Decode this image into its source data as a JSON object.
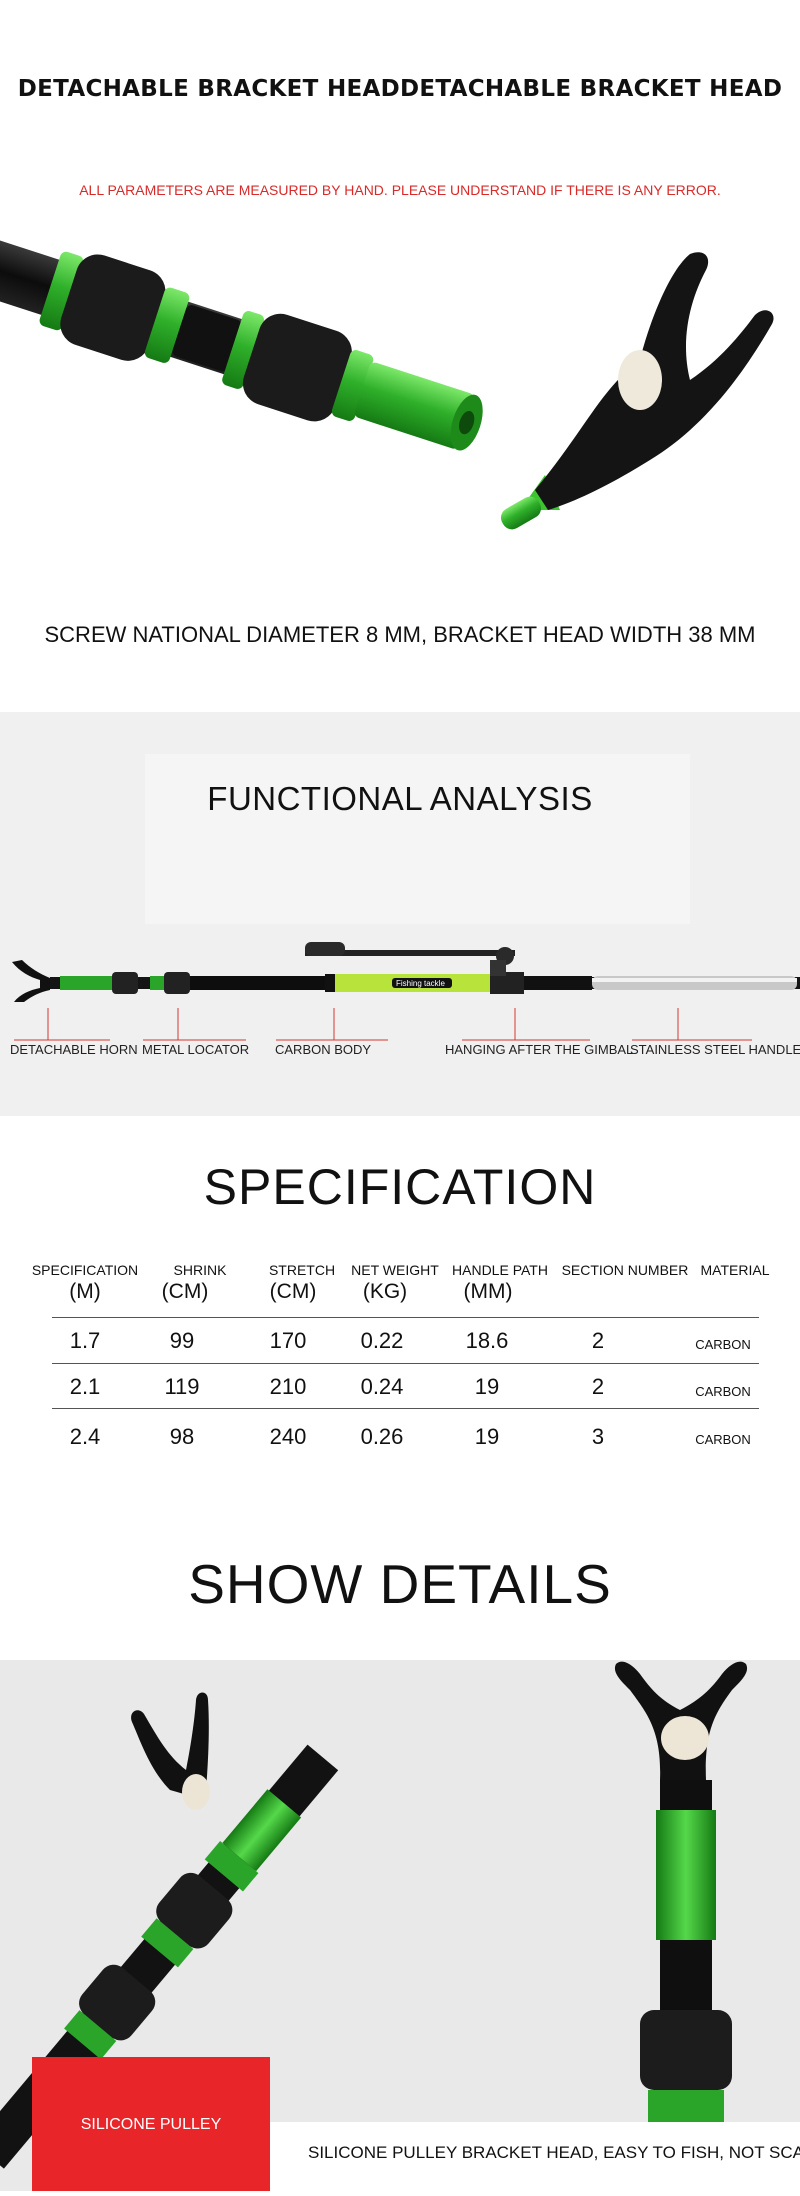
{
  "section1": {
    "title": "DETACHABLE BRACKET HEADDETACHABLE BRACKET HEAD",
    "note": "ALL PARAMETERS ARE MEASURED BY HAND. PLEASE UNDERSTAND IF THERE IS ANY ERROR.",
    "caption": "SCREW NATIONAL DIAMETER 8 MM, BRACKET HEAD WIDTH 38 MM"
  },
  "section2": {
    "title": "FUNCTIONAL ANALYSIS",
    "rod_sticker": "Fishing tackle",
    "labels": [
      "DETACHABLE HORN",
      "METAL LOCATOR",
      "CARBON BODY",
      "HANGING AFTER THE GIMBAL",
      "STAINLESS STEEL HANDLE"
    ]
  },
  "section3": {
    "title": "SPECIFICATION",
    "headers": [
      {
        "name": "SPECIFICATION",
        "unit": "(M)"
      },
      {
        "name": "SHRINK",
        "unit": "(CM)"
      },
      {
        "name": "STRETCH",
        "unit": "(CM)"
      },
      {
        "name": "NET WEIGHT",
        "unit": "(KG)"
      },
      {
        "name": "HANDLE PATH",
        "unit": "(MM)"
      },
      {
        "name": "SECTION NUMBER",
        "unit": ""
      },
      {
        "name": "MATERIAL",
        "unit": ""
      }
    ],
    "rows": [
      [
        "1.7",
        "99",
        "170",
        "0.22",
        "18.6",
        "2",
        "CARBON"
      ],
      [
        "2.1",
        "119",
        "210",
        "0.24",
        "19",
        "2",
        "CARBON"
      ],
      [
        "2.4",
        "98",
        "240",
        "0.26",
        "19",
        "3",
        "CARBON"
      ]
    ]
  },
  "section4": {
    "title": "SHOW DETAILS",
    "badge": "SILICONE PULLEY",
    "caption": "SILICONE PULLEY BRACKET HEAD, EASY TO FISH, NOT SCAR"
  },
  "colors": {
    "accent_green": "#35c02c",
    "badge_red": "#e8262a",
    "note_red": "#d92a2a",
    "label_line_red": "#d9372f"
  }
}
